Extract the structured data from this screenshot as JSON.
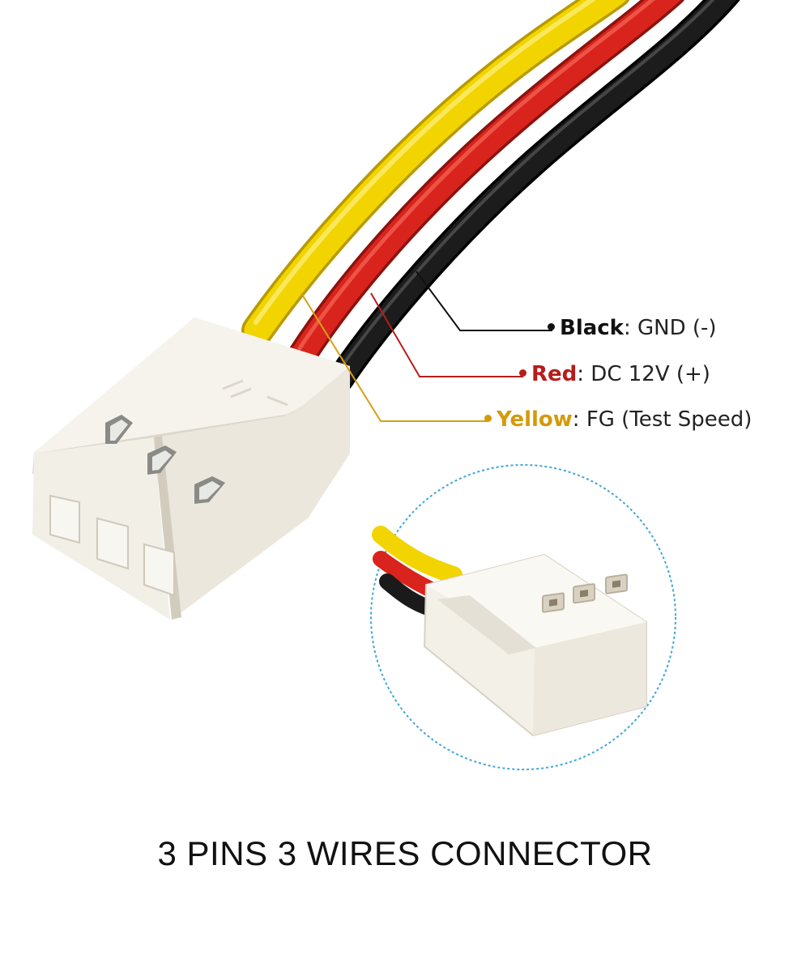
{
  "legend": [
    {
      "id": "black",
      "name": "Black",
      "desc": "GND (-)",
      "color": "#1a1a1a",
      "text_color": "#111111"
    },
    {
      "id": "red",
      "name": "Red",
      "desc": "DC 12V (+)",
      "color": "#c8201c",
      "text_color": "#b71c1c"
    },
    {
      "id": "yellow",
      "name": "Yellow",
      "desc": "FG (Test Speed)",
      "color": "#d4a017",
      "text_color": "#d49a0a"
    }
  ],
  "caption": "3 PINS 3 WIRES CONNECTOR",
  "colors": {
    "wire_yellow": "#f2d400",
    "wire_red": "#d8241c",
    "wire_black": "#1a1a1a",
    "housing": "#f4f1ea",
    "housing_shadow": "#ddd8cc",
    "inset_border": "#3fa6d8"
  },
  "icons": [
    "connector-housing",
    "zoom-inset-connector"
  ]
}
